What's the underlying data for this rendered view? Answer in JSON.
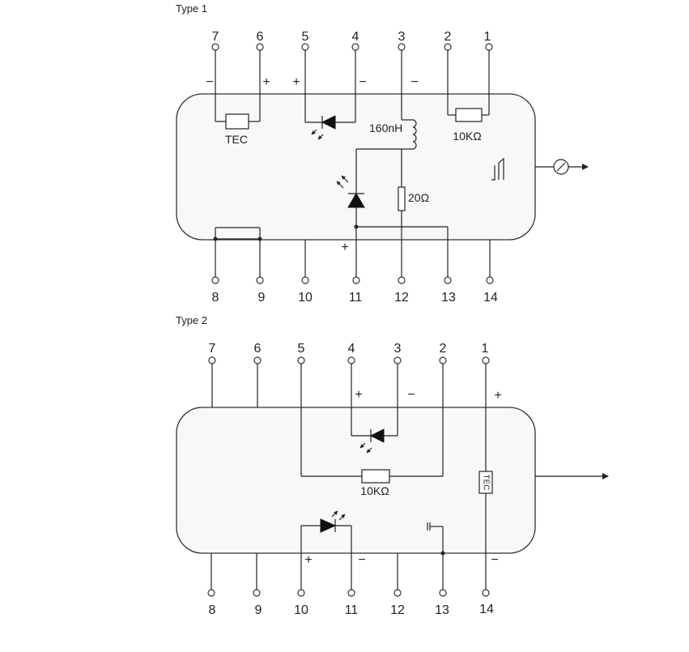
{
  "type1": {
    "title": "Type 1",
    "pins_top": [
      "7",
      "6",
      "5",
      "4",
      "3",
      "2",
      "1"
    ],
    "pins_bottom": [
      "8",
      "9",
      "10",
      "11",
      "12",
      "13",
      "14"
    ],
    "tec_label": "TEC",
    "inductor_label": "160nH",
    "thermistor_label": "10KΩ",
    "resistor_label": "20Ω",
    "signs": {
      "p7": "−",
      "p6": "+",
      "p5": "+",
      "p4": "−",
      "p3": "−",
      "p11": "+"
    }
  },
  "type2": {
    "title": "Type 2",
    "pins_top": [
      "7",
      "6",
      "5",
      "4",
      "3",
      "2",
      "1"
    ],
    "pins_bottom": [
      "8",
      "9",
      "10",
      "11",
      "12",
      "13",
      "14"
    ],
    "tec_label": "TEC",
    "thermistor_label": "10KΩ",
    "signs": {
      "p4": "+",
      "p3": "−",
      "p1": "+",
      "p10": "+",
      "p11": "−",
      "p14": "−"
    }
  }
}
